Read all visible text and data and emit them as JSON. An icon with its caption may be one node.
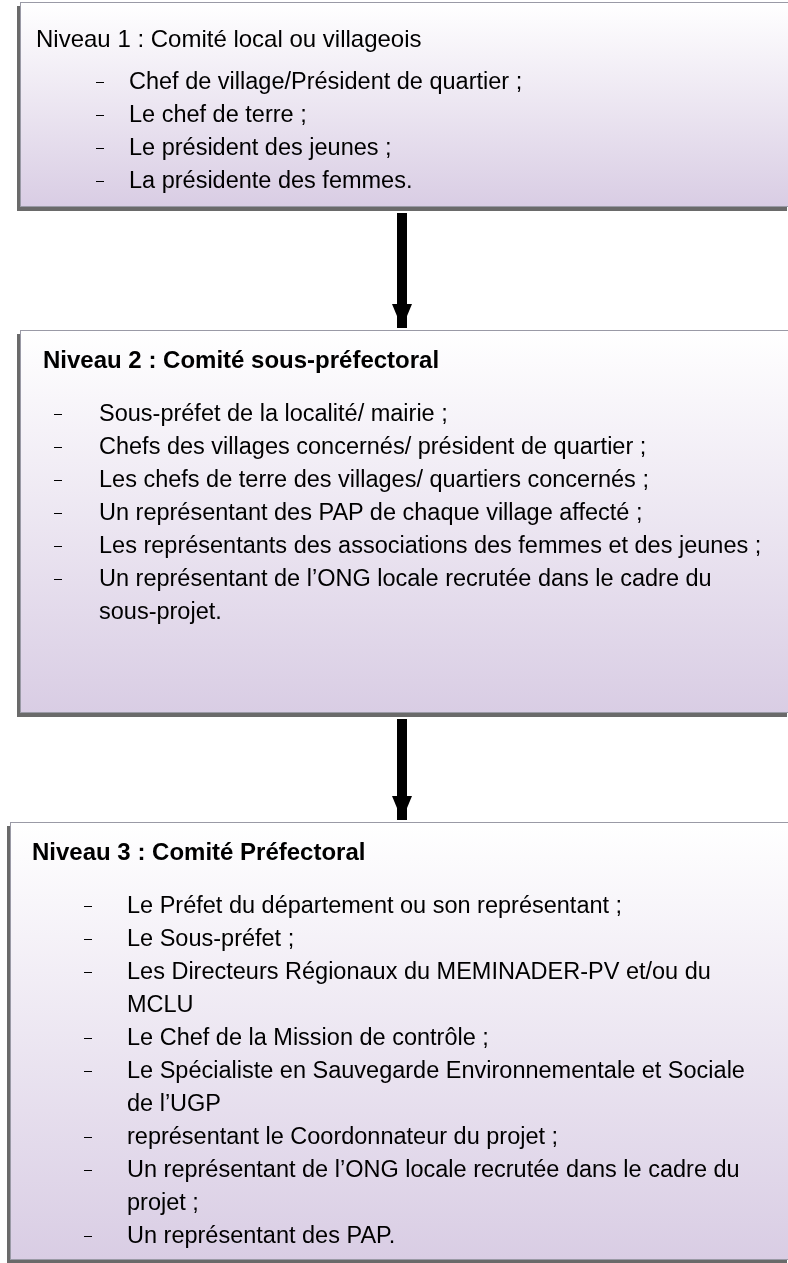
{
  "diagram": {
    "nodes": [
      {
        "text": [
          "Niveau 1 : Comité local ou villageois",
          "Chef de village/Président de quartier ;",
          "Le chef de terre ;",
          "Le président des jeunes ;",
          "La présidente des femmes."
        ]
      },
      {
        "text": [
          "Niveau 2 : Comité sous-préfectoral",
          "Sous-préfet de la localité/ mairie ;",
          "Chefs des villages concernés/ président de quartier ;",
          "Les chefs de terre des villages/ quartiers concernés ;",
          "Un représentant des PAP de chaque village affecté ;",
          "Les représentants des associations des femmes et des jeunes ;",
          "Un représentant de l’ONG locale recrutée dans le cadre du sous-projet."
        ]
      },
      {
        "text": [
          "Niveau 3 : Comité Préfectoral",
          "Le Préfet du département ou son représentant ;",
          "Le Sous-préfet ;",
          "Les Directeurs Régionaux du MEMINADER-PV et/ou du MCLU",
          "Le Chef de la Mission de contrôle ;",
          "Le Spécialiste en Sauvegarde Environnementale et Sociale de l’UGP",
          "représentant le Coordonnateur du projet ;",
          "Un représentant de l’ONG locale recrutée dans le cadre du projet ;",
          "Un représentant des PAP."
        ]
      }
    ],
    "edges": [
      {
        "from": 0,
        "to": 1,
        "arrow": "to"
      },
      {
        "from": 1,
        "to": 2,
        "arrow": "to"
      }
    ]
  }
}
